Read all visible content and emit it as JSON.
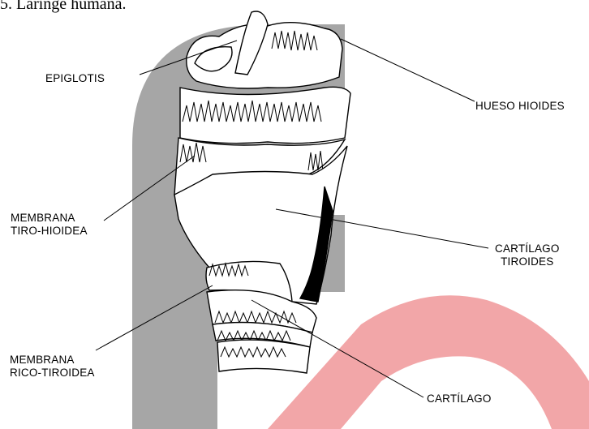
{
  "caption": "5. Laringe humana.",
  "watermark": {
    "gray": "#a6a6a6",
    "red": "#f2a6a8"
  },
  "labels": {
    "epiglotis": "EPIGLOTIS",
    "hueso_hioides": "HUESO HIOIDES",
    "membrana_tiro_hioidea": [
      "MEMBRANA",
      "TIRO-HIOIDEA"
    ],
    "cartilago_tiroides": [
      "CARTÍLAGO",
      "TIROIDES"
    ],
    "membrana_crico_tiroidea": [
      "MEMBRANA",
      "RICO-TIROIDEA"
    ],
    "cartilago_cricoides": "CARTÍLAGO"
  }
}
